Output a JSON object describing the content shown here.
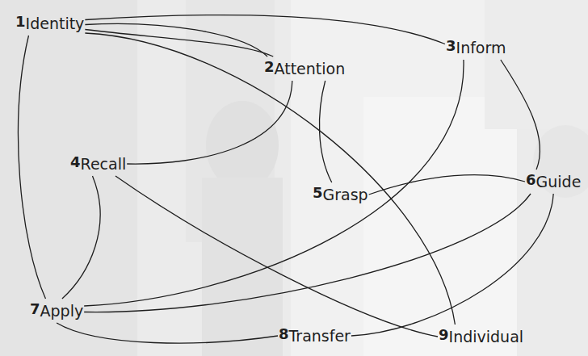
{
  "diagram": {
    "nodes": [
      {
        "text": [
          "1",
          "Identity"
        ]
      },
      {
        "text": [
          "2",
          "Attention"
        ]
      },
      {
        "text": [
          "3",
          "Inform"
        ]
      },
      {
        "text": [
          "4",
          "Recall"
        ]
      },
      {
        "text": [
          "5",
          "Grasp"
        ]
      },
      {
        "text": [
          "6",
          "Guide"
        ]
      },
      {
        "text": [
          "7",
          "Apply"
        ]
      },
      {
        "text": [
          "8",
          "Transfer"
        ]
      },
      {
        "text": [
          "9",
          "Individual"
        ]
      }
    ],
    "edges": [
      {
        "from": 0,
        "to": 2,
        "arrow": "none"
      },
      {
        "from": 0,
        "to": 1,
        "arrow": "none"
      },
      {
        "from": 0,
        "to": 1,
        "arrow": "none"
      },
      {
        "from": 0,
        "to": 8,
        "arrow": "none"
      },
      {
        "from": 1,
        "to": 3,
        "arrow": "none"
      },
      {
        "from": 1,
        "to": 4,
        "arrow": "none"
      },
      {
        "from": 2,
        "to": 5,
        "arrow": "none"
      },
      {
        "from": 2,
        "to": 6,
        "arrow": "none"
      },
      {
        "from": 3,
        "to": 6,
        "arrow": "none"
      },
      {
        "from": 3,
        "to": 8,
        "arrow": "none"
      },
      {
        "from": 4,
        "to": 5,
        "arrow": "none"
      },
      {
        "from": 5,
        "to": 6,
        "arrow": "none"
      },
      {
        "from": 5,
        "to": 7,
        "arrow": "none"
      },
      {
        "from": 6,
        "to": 7,
        "arrow": "none"
      },
      {
        "from": 0,
        "to": 6,
        "arrow": "none"
      }
    ]
  }
}
